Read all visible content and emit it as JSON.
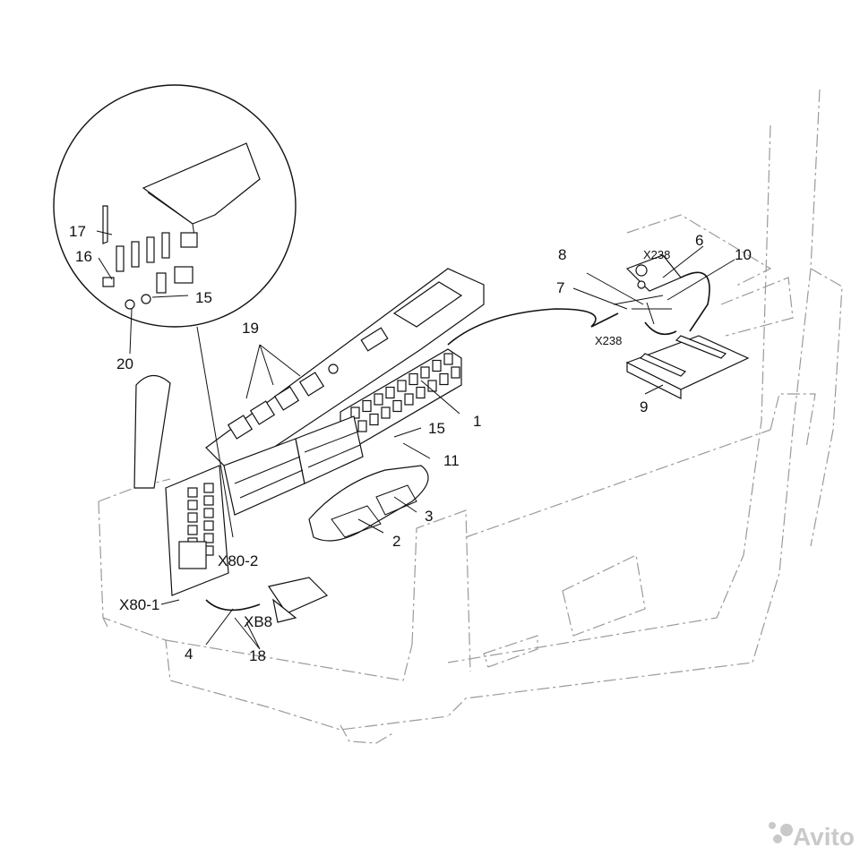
{
  "labels": {
    "p1": "1",
    "p2": "2",
    "p3": "3",
    "p4": "4",
    "p6": "6",
    "p7": "7",
    "p8": "8",
    "p9": "9",
    "p10": "10",
    "p11": "11",
    "p15a": "15",
    "p15b": "15",
    "p16": "16",
    "p17": "17",
    "p18": "18",
    "p19": "19",
    "p20": "20",
    "x238a": "X238",
    "x238b": "X238",
    "x80_1": "X80-1",
    "x80_2": "X80-2",
    "xb8": "XB8"
  },
  "watermark": "Avito"
}
